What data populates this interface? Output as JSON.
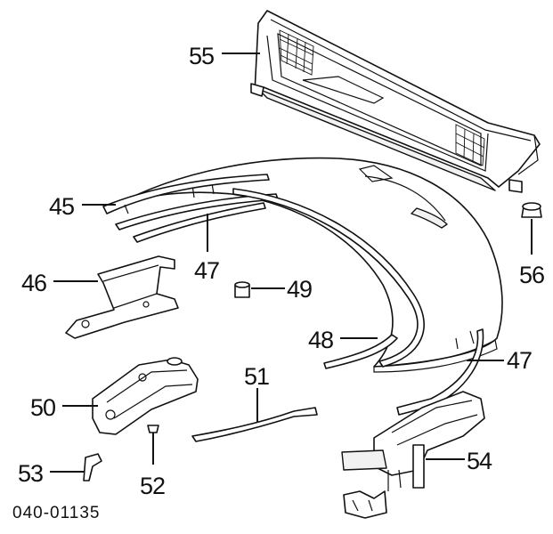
{
  "diagram": {
    "callouts": {
      "c55": "55",
      "c45": "45",
      "c47a": "47",
      "c46": "46",
      "c49": "49",
      "c56": "56",
      "c48": "48",
      "c47b": "47",
      "c50": "50",
      "c51": "51",
      "c53": "53",
      "c52": "52",
      "c54": "54"
    },
    "drawing_code": "040-01135"
  }
}
